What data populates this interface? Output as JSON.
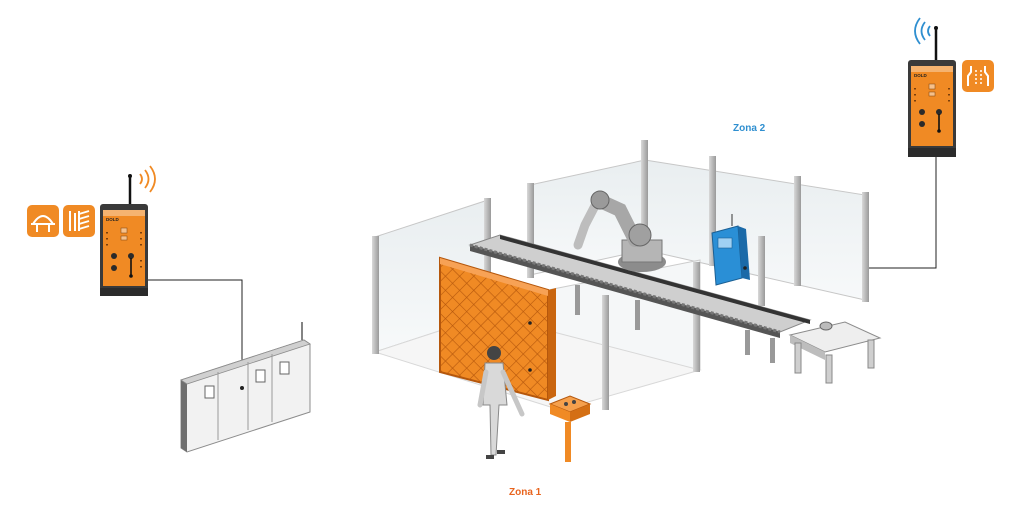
{
  "zones": {
    "zone1": {
      "label": "Zona 1",
      "color": "#e8641e"
    },
    "zone2": {
      "label": "Zona 2",
      "color": "#2f8fd0"
    }
  },
  "colors": {
    "safety_orange": "#f08a24",
    "module_dark": "#3a3a3a",
    "controller_blue": "#2a8fd6",
    "wireless_orange": "#f08a24",
    "wireless_blue": "#2f8fd0",
    "steel_gray": "#b8b8b8",
    "glass": "#eef2f3"
  },
  "icons": {
    "left_module_icons": [
      "light-curtain-icon",
      "safety-gate-icon"
    ],
    "right_module_icons": [
      "safety-relay-icon"
    ]
  },
  "devices": {
    "left_module_brand": "DOLD",
    "right_module_brand": "DOLD"
  }
}
